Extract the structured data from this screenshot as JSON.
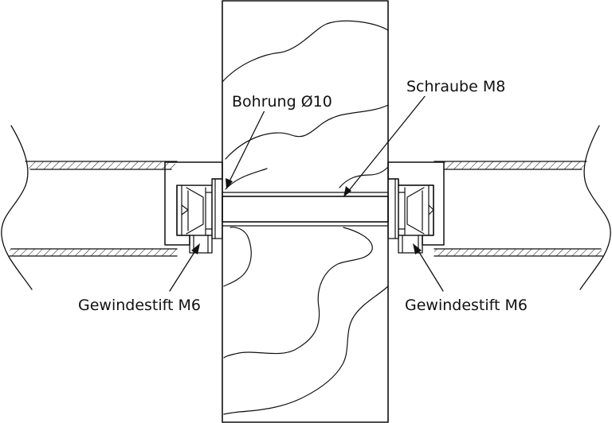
{
  "labels": {
    "bohrung": "Bohrung Ø10",
    "schraube": "Schraube M8",
    "gewindestift_left": "Gewindestift M6",
    "gewindestift_right": "Gewindestift M6"
  },
  "colors": {
    "ink": "#111111",
    "paper": "#ffffff"
  }
}
